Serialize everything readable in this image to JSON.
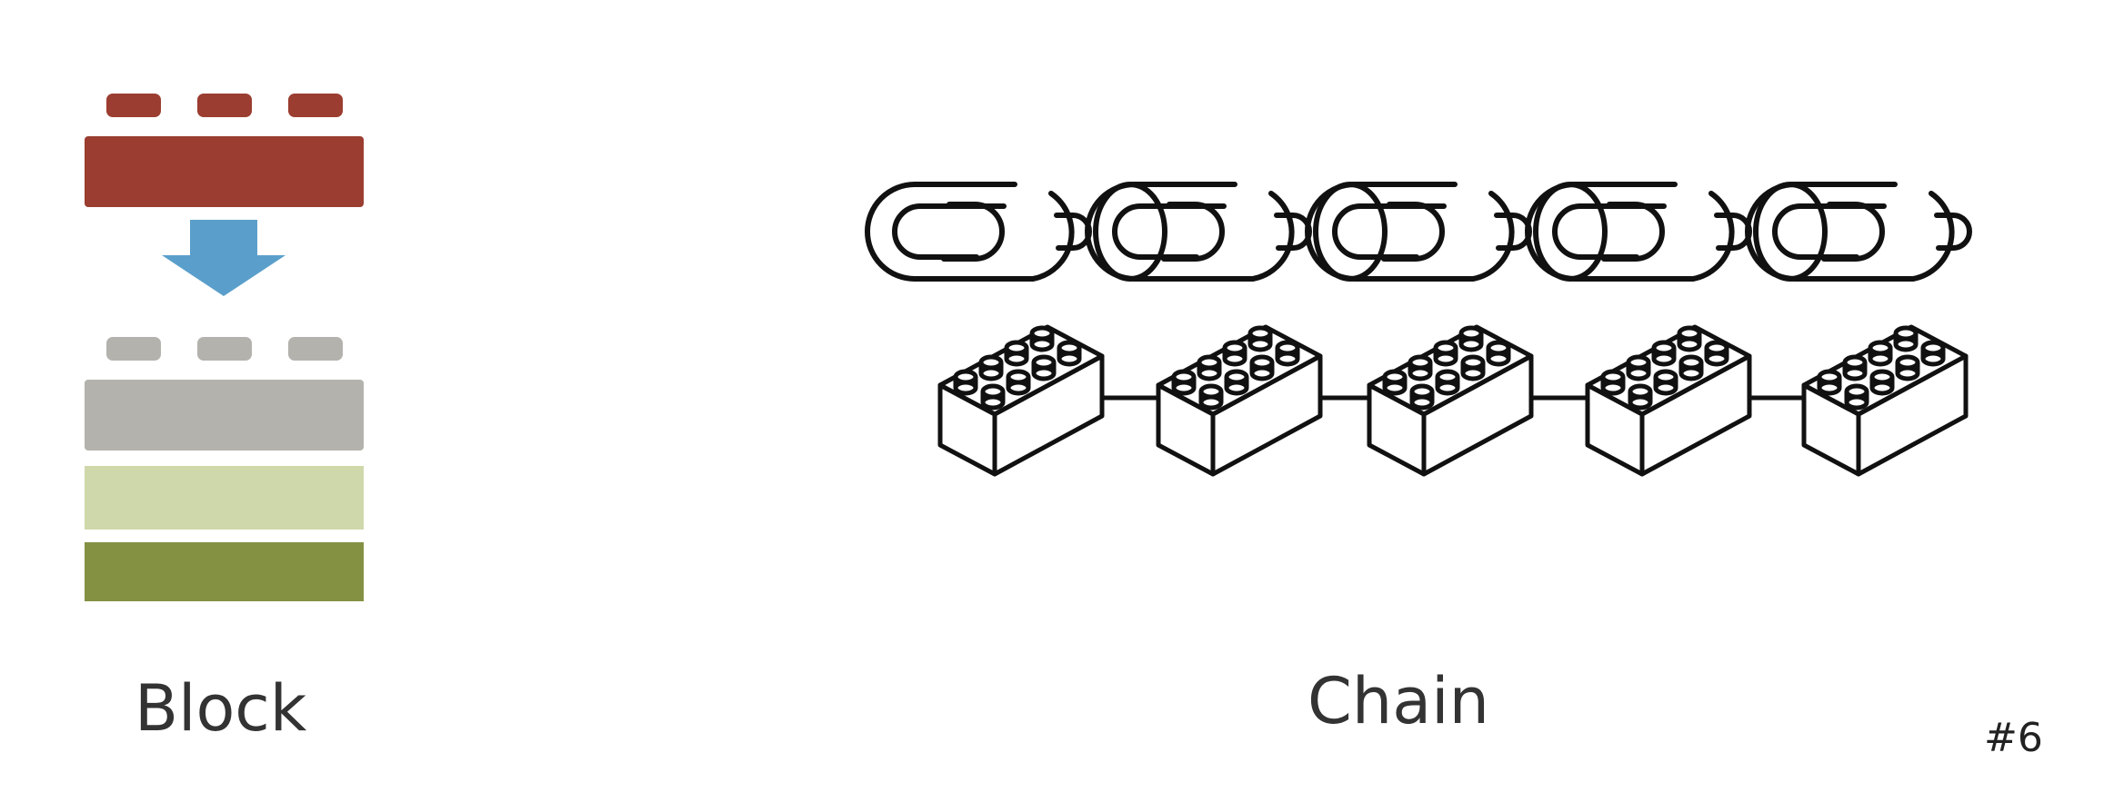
{
  "slide": {
    "block_label": "Block",
    "chain_label": "Chain",
    "slide_number": "#6"
  },
  "colors": {
    "new_block": "#9b3d30",
    "arrow": "#5a9fcb",
    "stack_gray": "#b4b2ad",
    "stack_light_green": "#cfd8aa",
    "stack_dark_green": "#849143",
    "line_art": "#111111",
    "text": "#333333"
  },
  "chain_links": {
    "count": 5
  },
  "chain_bricks": {
    "count": 5
  }
}
